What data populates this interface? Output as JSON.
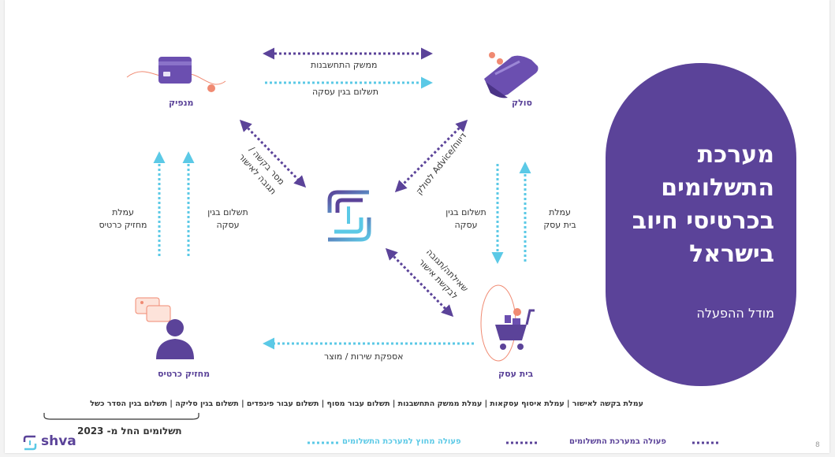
{
  "panel": {
    "title_lines": [
      "מערכת",
      "התשלומים",
      "בכרטיסי חיוב",
      "בישראל"
    ],
    "subtitle": "מודל ההפעלה"
  },
  "nodes": {
    "issuer": "מנפיק",
    "acquirer": "סולק",
    "cardholder": "מחזיק כרטיס",
    "merchant": "בית עסק"
  },
  "edges": {
    "top_interface": "ממשק התחשבנות",
    "top_payment": "תשלום בגין עסקה",
    "left_fee": [
      "עמלת",
      "מחזיק כרטיס"
    ],
    "left_payment": [
      "תשלום בגין",
      "עסקה"
    ],
    "right_payment": [
      "תשלום בגין",
      "עסקה"
    ],
    "right_fee": [
      "עמלת",
      "בית עסק"
    ],
    "bottom_service": "אספקת שירות / מוצר",
    "diag_tl": [
      "מסר בקשה /",
      "תגובה לאישור"
    ],
    "diag_tr": "דיווח/Advice לסולק",
    "diag_br": [
      "שאילתה/תגובה",
      "לבקשת אישור"
    ]
  },
  "fees_top": "עמלת בקשה לאישור  |  עמלת איסוף עסקאות  |  עמלת ממשק התחשבנות  |  תשלום עבור מסוף  |  תשלום עבור פינפדים  |",
  "fees_bottom": "תשלום בגין סליקה  |  תשלום בגין הסדר כשל",
  "from_2023": "תשלומים החל מ- 2023",
  "legend": {
    "internal": "פעולה במערכת התשלומים",
    "external": "פעולה מחוץ למערכת התשלומים"
  },
  "brand": "shva",
  "page_number": "8",
  "colors": {
    "purple": "#5b4399",
    "cyan": "#5bc9e6",
    "coral": "#f08a72"
  }
}
